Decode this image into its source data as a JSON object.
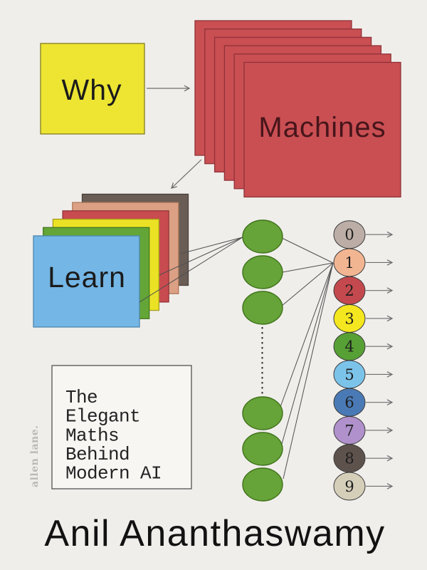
{
  "cover": {
    "title": {
      "word1": "Why",
      "word2": "Machines",
      "word3": "Learn"
    },
    "subtitle_lines": [
      "The",
      "Elegant",
      "Maths",
      "Behind",
      "Modern AI"
    ],
    "author": "Anil Ananthaswamy",
    "publisher_logo": "allen lane.",
    "colors": {
      "background": "#f0eeeb",
      "why_square_fill": "#ede532",
      "why_square_stroke": "#8a8526",
      "machines_square_fill": "#c94f53",
      "machines_square_stroke": "#8f3238",
      "learn_layer_dark": "#695d55",
      "learn_layer_salmon": "#dca085",
      "learn_layer_red": "#c84b4f",
      "learn_layer_yellow": "#ebe226",
      "learn_layer_green": "#63a637",
      "learn_layer_blue": "#74b6e5",
      "hidden_node_fill": "#66a338",
      "hidden_node_stroke": "#3f721c",
      "subtitle_box_fill": "#f7f6f3",
      "subtitle_box_stroke": "#454545"
    },
    "network": {
      "hidden_layer": {
        "visible_top_nodes": 3,
        "visible_bottom_nodes": 3,
        "ellipsis_between": true
      },
      "output_nodes": [
        {
          "label": "0",
          "color": "#bcaea6"
        },
        {
          "label": "1",
          "color": "#f2b592"
        },
        {
          "label": "2",
          "color": "#c4494e"
        },
        {
          "label": "3",
          "color": "#f5e71f"
        },
        {
          "label": "4",
          "color": "#57a035"
        },
        {
          "label": "5",
          "color": "#7cc3ea"
        },
        {
          "label": "6",
          "color": "#4a7ab5"
        },
        {
          "label": "7",
          "color": "#b091cb"
        },
        {
          "label": "8",
          "color": "#5e524d"
        },
        {
          "label": "9",
          "color": "#d5cfba"
        }
      ]
    }
  }
}
